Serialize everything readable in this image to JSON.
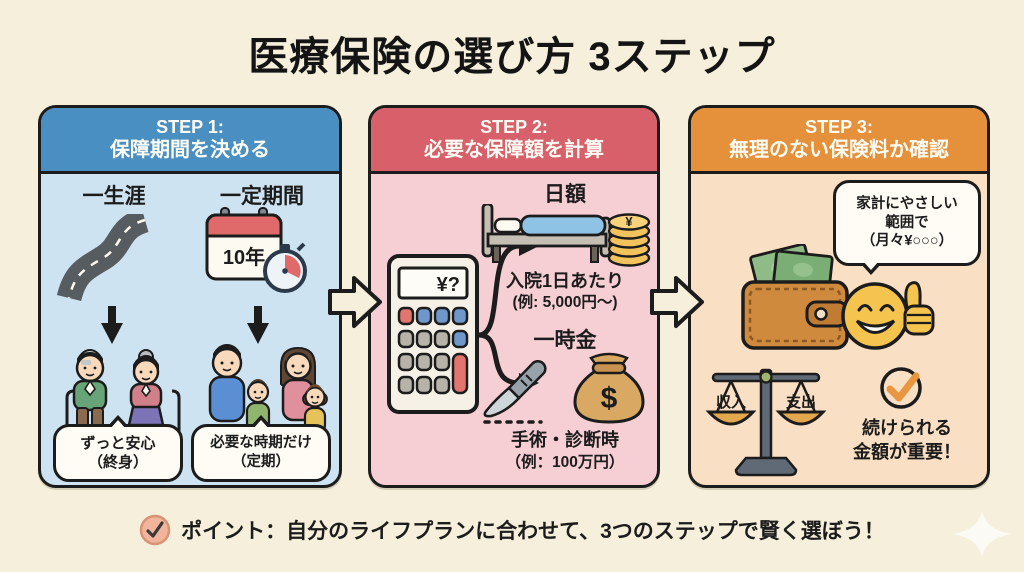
{
  "title": "医療保険の選び方 3ステップ",
  "colors": {
    "background": "#f6efdb",
    "outline": "#1c1c1c",
    "step1_header": "#4a8fc2",
    "step1_body": "#cee3f1",
    "step2_header": "#d8606a",
    "step2_body": "#f6cfd4",
    "step3_header": "#e5913c",
    "step3_body": "#f9dfc3"
  },
  "step1": {
    "header_line1": "STEP 1:",
    "header_line2": "保障期間を決める",
    "option_left": {
      "label": "一生涯",
      "bubble_line1": "ずっと安心",
      "bubble_line2": "（終身）"
    },
    "option_right": {
      "label": "一定期間",
      "calendar_text": "10年",
      "bubble_line1": "必要な時期だけ",
      "bubble_line2": "（定期）"
    }
  },
  "step2": {
    "header_line1": "STEP 2:",
    "header_line2": "必要な保障額を計算",
    "calculator_display": "¥?",
    "daily": {
      "title": "日額",
      "coin_symbol": "¥",
      "desc_line1": "入院1日あたり",
      "desc_line2": "(例: 5,000円〜)"
    },
    "lump_sum": {
      "title": "一時金",
      "bag_symbol": "$",
      "desc_line1": "手術・診断時",
      "desc_line2": "（例：100万円）"
    }
  },
  "step3": {
    "header_line1": "STEP 3:",
    "header_line2": "無理のない保険料か確認",
    "bubble": {
      "line1": "家計にやさしい",
      "line2": "範囲で",
      "line3": "（月々¥○○○）"
    },
    "scale": {
      "left_label": "収入",
      "right_label": "支出"
    },
    "note_line1": "続けられる",
    "note_line2": "金額が重要！"
  },
  "footer": {
    "text": "ポイント：自分のライフプランに合わせて、3つのステップで賢く選ぼう！"
  }
}
